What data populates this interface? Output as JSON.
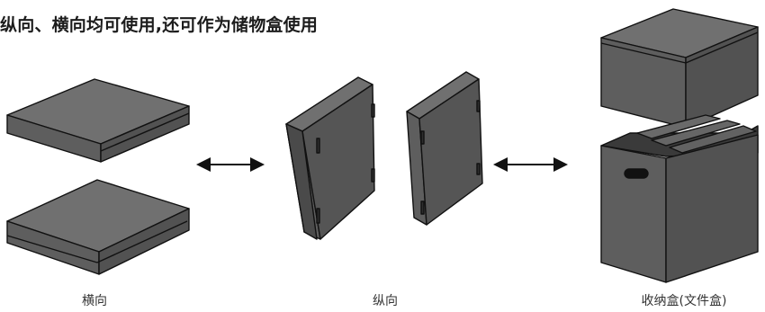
{
  "title": "纵向、横向均可使用,还可作为储物盒使用",
  "captions": {
    "horizontal": "横向",
    "vertical": "纵向",
    "storage_box": "收纳盒(文件盒)"
  },
  "colors": {
    "box_top": "#707070",
    "box_front": "#5e5e5e",
    "box_side": "#525252",
    "box_dark": "#3a3a3a",
    "outline": "#111111",
    "arrow": "#111111"
  }
}
